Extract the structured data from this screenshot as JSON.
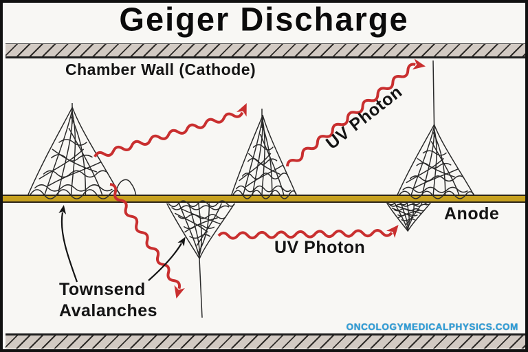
{
  "title": "Geiger Discharge",
  "diagram": {
    "chamber_wall_label": "Chamber Wall (Cathode)",
    "anode_label": "Anode",
    "uv_photon_label_diagonal": "UV Photon",
    "uv_photon_label_horizontal": "UV Photon",
    "townsend_label_line1": "Townsend",
    "townsend_label_line2": "Avalanches",
    "watermark": "ONCOLOGYMEDICALPHYSICS.COM"
  },
  "colors": {
    "background": "#f8f7f4",
    "frame": "#111111",
    "wall_fill": "#d2cac3",
    "wall_hatch": "#2e2b28",
    "anode_gold": "#c7a11f",
    "uv_photon_red": "#c92f2f",
    "avalanche_line": "#2a2a2a",
    "watermark_blue": "#2e9fd8"
  }
}
